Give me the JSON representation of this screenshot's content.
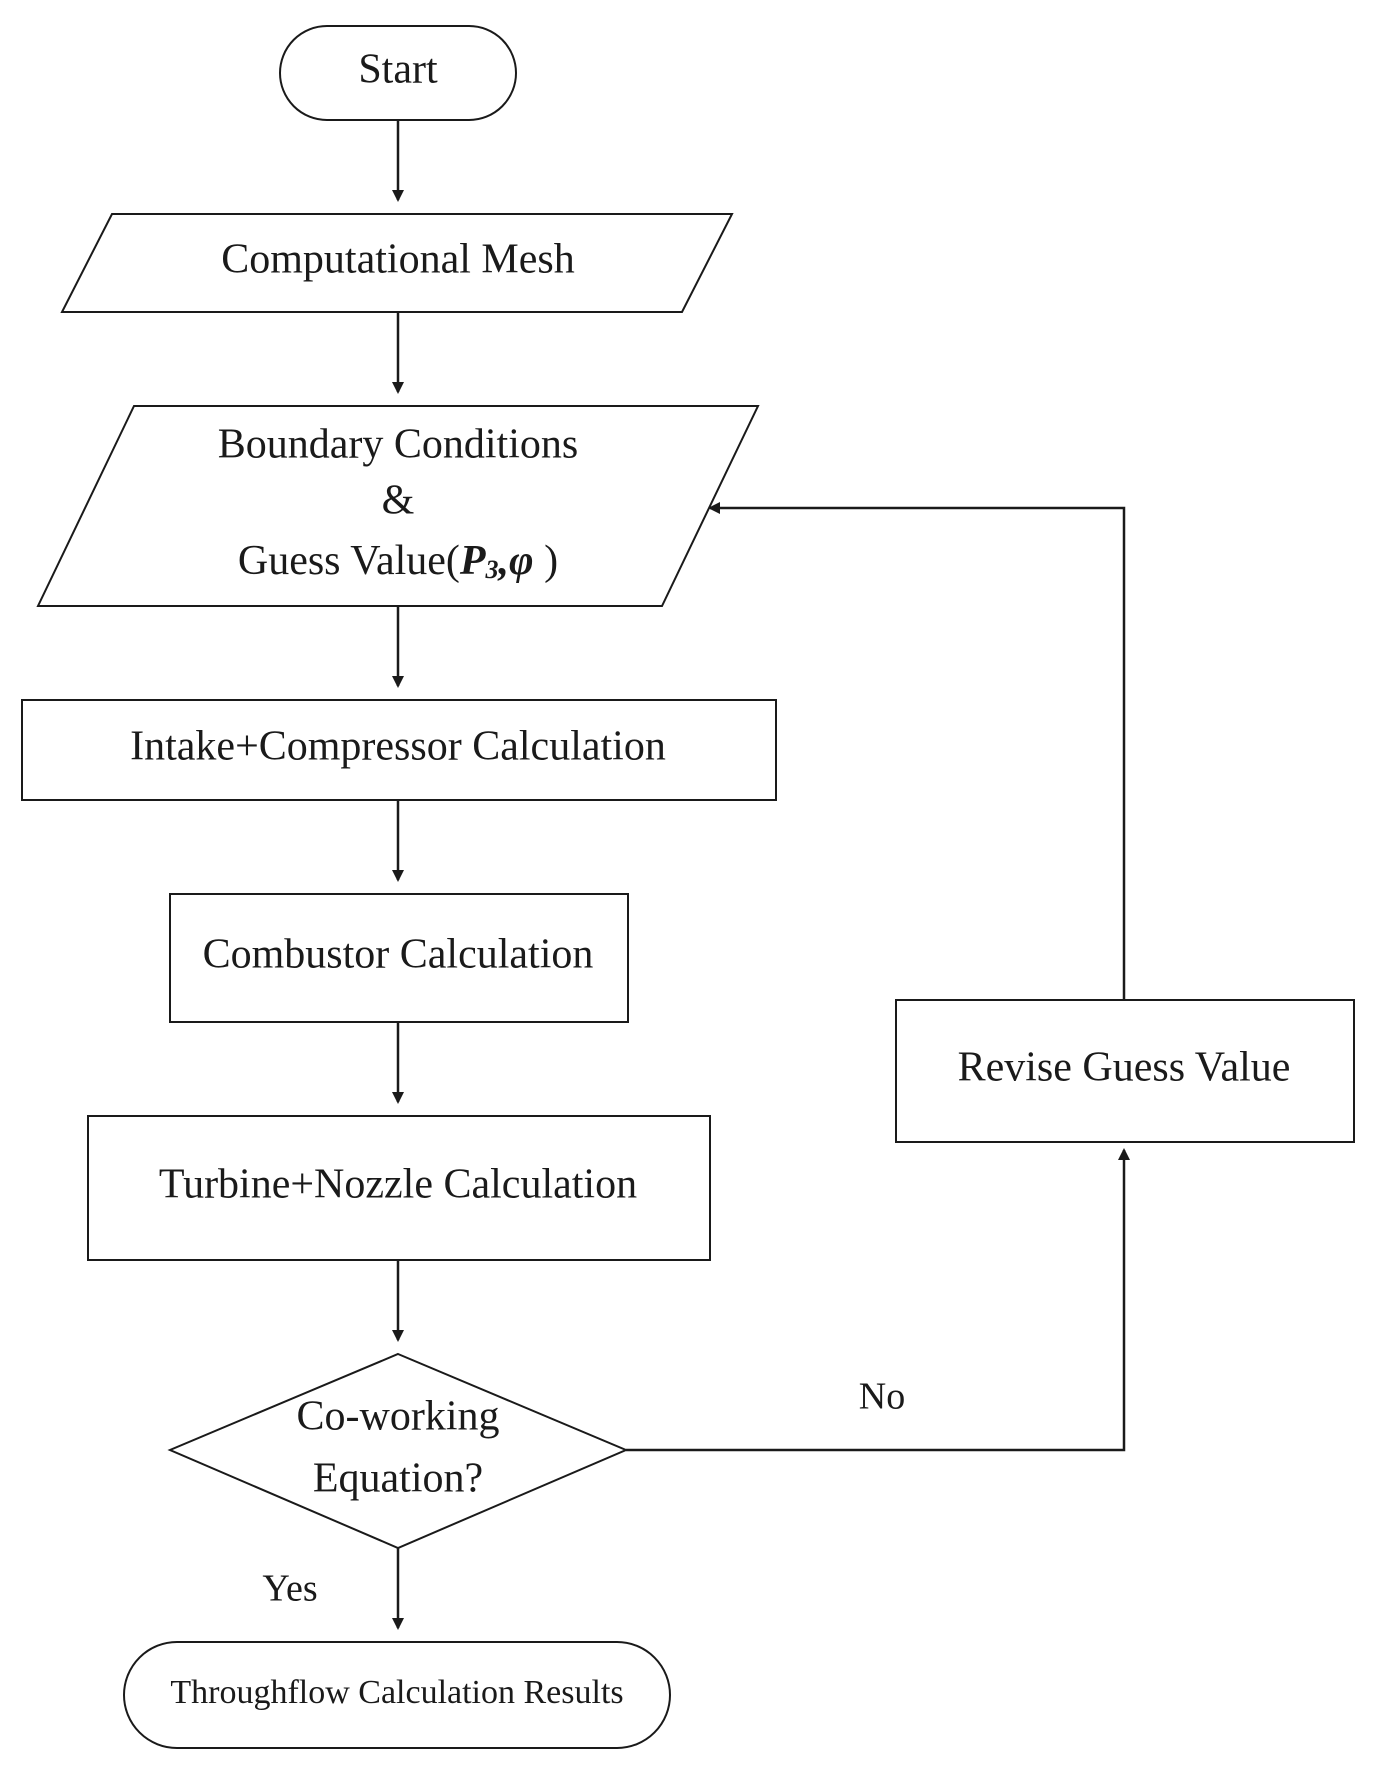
{
  "nodes": {
    "start": {
      "label": "Start"
    },
    "mesh": {
      "label": "Computational Mesh"
    },
    "boundary": {
      "line1": "Boundary Conditions",
      "line2": "&",
      "line3_prefix": "Guess Value(",
      "p_symbol": "P",
      "p_subscript": "3",
      "comma": ",",
      "phi_symbol": "φ",
      "line3_suffix": " )"
    },
    "intake": {
      "label": "Intake+Compressor Calculation"
    },
    "combustor": {
      "label": "Combustor Calculation"
    },
    "turbine": {
      "label": "Turbine+Nozzle Calculation"
    },
    "decision": {
      "line1": "Co-working",
      "line2": "Equation?"
    },
    "revise": {
      "label": "Revise Guess Value"
    },
    "results": {
      "label": "Throughflow Calculation Results"
    }
  },
  "edges": {
    "yes_label": "Yes",
    "no_label": "No"
  }
}
